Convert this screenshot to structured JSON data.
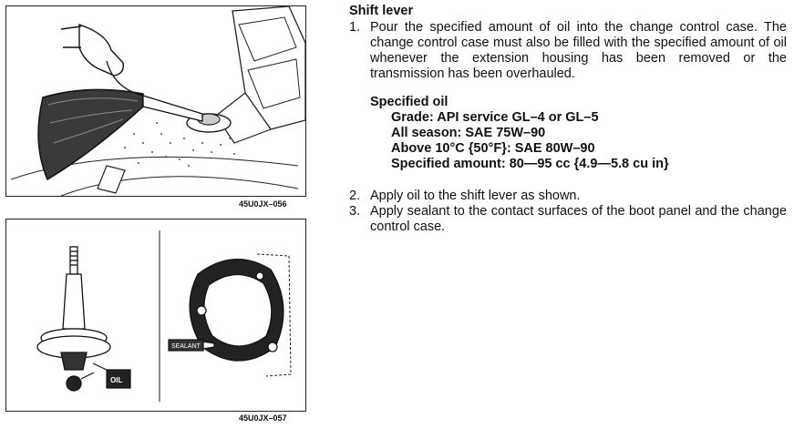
{
  "section_title": "Shift lever",
  "steps": [
    {
      "num": "1.",
      "text": "Pour the specified amount of oil into the change control case. The change control case must also be filled with the specified amount of oil whenever the extension housing has been removed or the transmission has been overhauled."
    },
    {
      "num": "2.",
      "text": "Apply oil to the shift lever as shown."
    },
    {
      "num": "3.",
      "text": "Apply sealant to the contact surfaces of the boot panel and the change control case."
    }
  ],
  "spec": {
    "heading": "Specified oil",
    "lines": [
      "Grade: API service GL–4 or GL–5",
      "All season: SAE 75W–90",
      "Above 10°C {50°F}: SAE 80W–90",
      "Specified amount: 80—95 cc {4.9—5.8 cu in}"
    ]
  },
  "figures": {
    "fig1_code": "45U0JX–056",
    "fig2_code": "45U0JX–057",
    "oil_label": "OIL",
    "sealant_label": "SEALANT"
  }
}
